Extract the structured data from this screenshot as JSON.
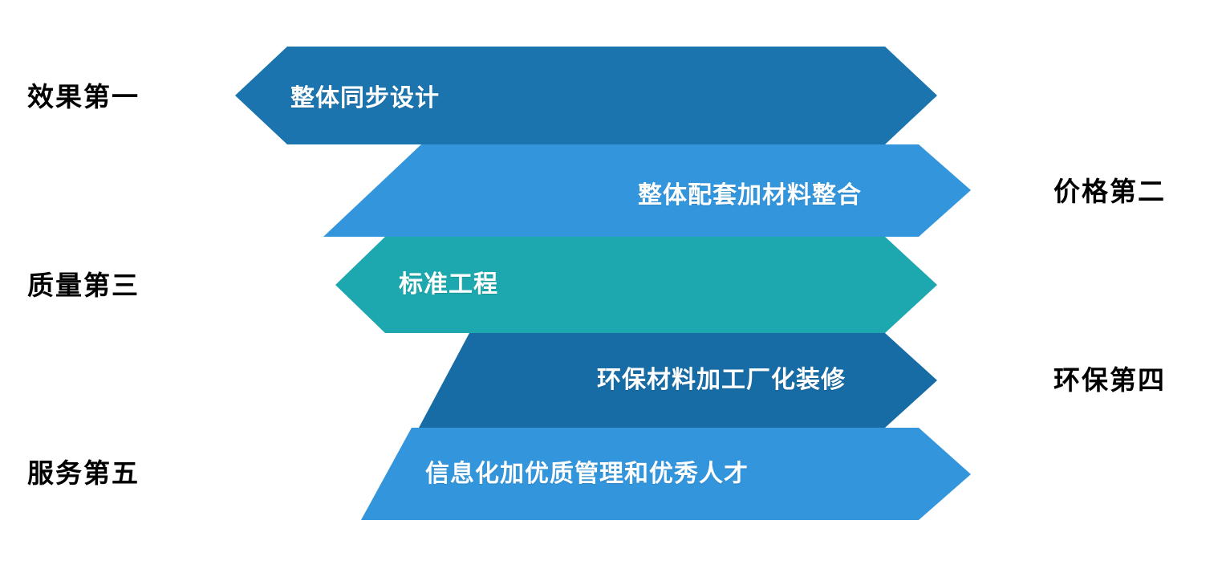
{
  "diagram": {
    "type": "chevron-priority-list",
    "background_color": "#FFFFFF",
    "rows": [
      {
        "id": "row-1",
        "side_label": "效果第一",
        "side": "left",
        "band_text": "整体同步设计",
        "color": "#1C74AE",
        "text_align": "left"
      },
      {
        "id": "row-2",
        "side_label": "价格第二",
        "side": "right",
        "band_text": "整体配套加材料整合",
        "color": "#3396DC",
        "text_align": "right"
      },
      {
        "id": "row-3",
        "side_label": "质量第三",
        "side": "left",
        "band_text": "标准工程",
        "color": "#1CA8AE",
        "text_align": "left"
      },
      {
        "id": "row-4",
        "side_label": "环保第四",
        "side": "right",
        "band_text": "环保材料加工厂化装修",
        "color": "#176CA5",
        "text_align": "right"
      },
      {
        "id": "row-5",
        "side_label": "服务第五",
        "side": "left",
        "band_text": "信息化加优质管理和优秀人才",
        "color": "#3396DC",
        "text_align": "left"
      }
    ]
  },
  "labels": {
    "left_1": "效果第一",
    "left_3": "质量第三",
    "left_5": "服务第五",
    "right_2": "价格第二",
    "right_4": "环保第四"
  },
  "bands": {
    "b1": "整体同步设计",
    "b2": "整体配套加材料整合",
    "b3": "标准工程",
    "b4": "环保材料加工厂化装修",
    "b5": "信息化加优质管理和优秀人才"
  },
  "colors": {
    "band1": "#1C74AE",
    "band2": "#3396DC",
    "band3": "#1CA8AE",
    "band4": "#176CA5",
    "band5": "#3396DC",
    "label_text": "#000000",
    "band_text": "#FFFFFF",
    "background": "#FFFFFF"
  }
}
